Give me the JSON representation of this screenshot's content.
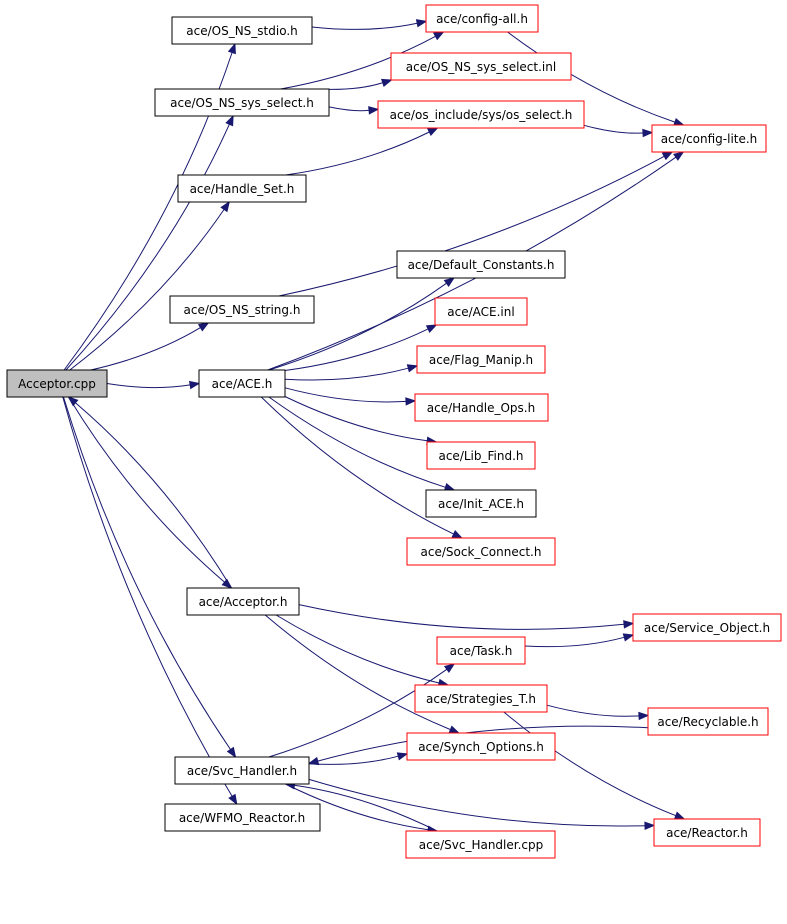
{
  "colors": {
    "edge": "#191970",
    "root_fill": "#bfbfbf",
    "truncated_border": "#ff0000",
    "normal_border": "#000000"
  },
  "nodes": {
    "acceptor_cpp": {
      "label": "Acceptor.cpp",
      "kind": "root"
    },
    "os_ns_stdio": {
      "label": "ace/OS_NS_stdio.h",
      "kind": "normal"
    },
    "config_all": {
      "label": "ace/config-all.h",
      "kind": "truncated"
    },
    "os_ns_sys_select_h": {
      "label": "ace/OS_NS_sys_select.h",
      "kind": "normal"
    },
    "os_ns_sys_select_inl": {
      "label": "ace/OS_NS_sys_select.inl",
      "kind": "truncated"
    },
    "os_include_sys_os_select": {
      "label": "ace/os_include/sys/os_select.h",
      "kind": "truncated"
    },
    "config_lite": {
      "label": "ace/config-lite.h",
      "kind": "truncated"
    },
    "handle_set": {
      "label": "ace/Handle_Set.h",
      "kind": "normal"
    },
    "default_constants": {
      "label": "ace/Default_Constants.h",
      "kind": "normal"
    },
    "os_ns_string": {
      "label": "ace/OS_NS_string.h",
      "kind": "normal"
    },
    "ace_inl": {
      "label": "ace/ACE.inl",
      "kind": "truncated"
    },
    "ace_h": {
      "label": "ace/ACE.h",
      "kind": "normal"
    },
    "flag_manip": {
      "label": "ace/Flag_Manip.h",
      "kind": "truncated"
    },
    "handle_ops": {
      "label": "ace/Handle_Ops.h",
      "kind": "truncated"
    },
    "lib_find": {
      "label": "ace/Lib_Find.h",
      "kind": "truncated"
    },
    "init_ace": {
      "label": "ace/Init_ACE.h",
      "kind": "normal"
    },
    "sock_connect": {
      "label": "ace/Sock_Connect.h",
      "kind": "truncated"
    },
    "acceptor_h": {
      "label": "ace/Acceptor.h",
      "kind": "normal"
    },
    "service_object": {
      "label": "ace/Service_Object.h",
      "kind": "truncated"
    },
    "task_h": {
      "label": "ace/Task.h",
      "kind": "truncated"
    },
    "strategies_t": {
      "label": "ace/Strategies_T.h",
      "kind": "truncated"
    },
    "recyclable": {
      "label": "ace/Recyclable.h",
      "kind": "truncated"
    },
    "synch_options": {
      "label": "ace/Synch_Options.h",
      "kind": "truncated"
    },
    "svc_handler_h": {
      "label": "ace/Svc_Handler.h",
      "kind": "normal"
    },
    "wfmo_reactor": {
      "label": "ace/WFMO_Reactor.h",
      "kind": "normal"
    },
    "reactor_h": {
      "label": "ace/Reactor.h",
      "kind": "truncated"
    },
    "svc_handler_cpp": {
      "label": "ace/Svc_Handler.cpp",
      "kind": "truncated"
    }
  },
  "edges": [
    [
      "acceptor_cpp",
      "os_ns_stdio"
    ],
    [
      "acceptor_cpp",
      "os_ns_sys_select_h"
    ],
    [
      "acceptor_cpp",
      "handle_set"
    ],
    [
      "acceptor_cpp",
      "os_ns_string"
    ],
    [
      "acceptor_cpp",
      "ace_h"
    ],
    [
      "acceptor_cpp",
      "acceptor_h"
    ],
    [
      "acceptor_cpp",
      "svc_handler_h"
    ],
    [
      "acceptor_cpp",
      "wfmo_reactor"
    ],
    [
      "acceptor_h",
      "acceptor_cpp"
    ],
    [
      "os_ns_stdio",
      "config_all"
    ],
    [
      "config_all",
      "config_lite"
    ],
    [
      "os_ns_sys_select_h",
      "config_all"
    ],
    [
      "os_ns_sys_select_h",
      "os_ns_sys_select_inl"
    ],
    [
      "os_ns_sys_select_h",
      "os_include_sys_os_select"
    ],
    [
      "os_include_sys_os_select",
      "config_lite"
    ],
    [
      "handle_set",
      "os_include_sys_os_select"
    ],
    [
      "os_ns_string",
      "config_lite"
    ],
    [
      "ace_h",
      "config_lite"
    ],
    [
      "ace_h",
      "default_constants"
    ],
    [
      "ace_h",
      "ace_inl"
    ],
    [
      "ace_h",
      "flag_manip"
    ],
    [
      "ace_h",
      "handle_ops"
    ],
    [
      "ace_h",
      "lib_find"
    ],
    [
      "ace_h",
      "init_ace"
    ],
    [
      "ace_h",
      "sock_connect"
    ],
    [
      "acceptor_h",
      "service_object"
    ],
    [
      "acceptor_h",
      "strategies_t"
    ],
    [
      "acceptor_h",
      "synch_options"
    ],
    [
      "task_h",
      "service_object"
    ],
    [
      "strategies_t",
      "recyclable"
    ],
    [
      "strategies_t",
      "reactor_h"
    ],
    [
      "svc_handler_h",
      "task_h"
    ],
    [
      "svc_handler_h",
      "synch_options"
    ],
    [
      "svc_handler_h",
      "svc_handler_cpp"
    ],
    [
      "svc_handler_h",
      "reactor_h"
    ],
    [
      "recyclable",
      "svc_handler_h"
    ],
    [
      "svc_handler_cpp",
      "svc_handler_h"
    ]
  ]
}
